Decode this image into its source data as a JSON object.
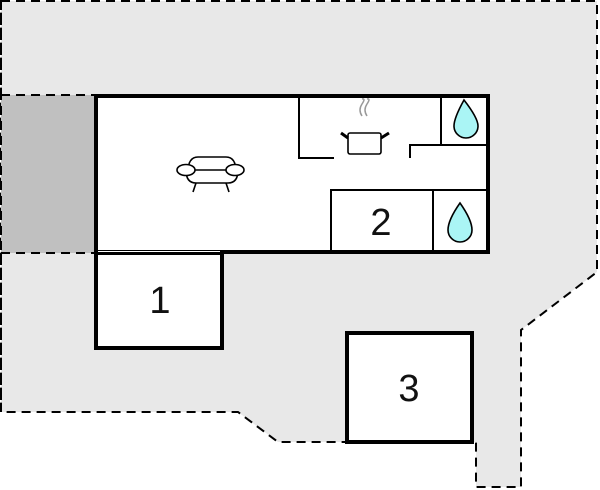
{
  "floor_plan": {
    "colors": {
      "plot": "#e8e8e8",
      "terrace": "#c0c0c0",
      "interior": "#ffffff",
      "wall": "#000000",
      "water": "#aaf5f5",
      "steam": "#999999"
    },
    "rooms": [
      {
        "id": "1",
        "label": "1"
      },
      {
        "id": "2",
        "label": "2"
      },
      {
        "id": "3",
        "label": "3"
      }
    ],
    "icons": [
      {
        "name": "armchair-icon",
        "room": "living-room"
      },
      {
        "name": "cooking-pot-icon",
        "room": "kitchen"
      },
      {
        "name": "water-drop-icon",
        "room": "bathroom-upper"
      },
      {
        "name": "water-drop-icon",
        "room": "bathroom-lower"
      }
    ]
  }
}
